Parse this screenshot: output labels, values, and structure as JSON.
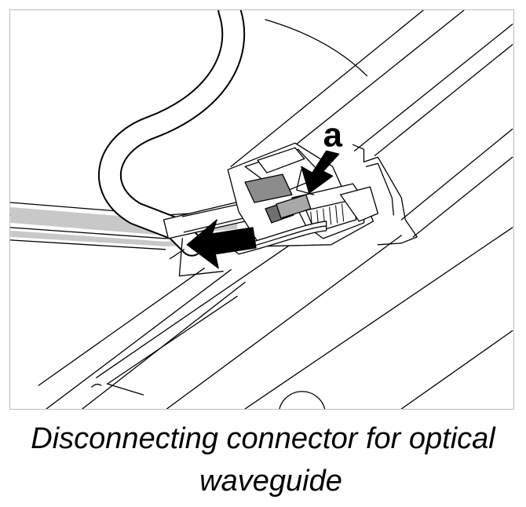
{
  "figure": {
    "callout_label": "a",
    "caption_line1": "Disconnecting connector for optical",
    "caption_line2": "waveguide"
  }
}
